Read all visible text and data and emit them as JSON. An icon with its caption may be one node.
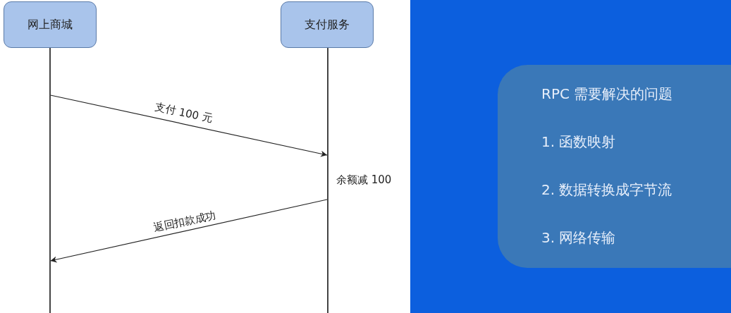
{
  "diagram": {
    "nodes": [
      {
        "text": [
          "网上商城"
        ]
      },
      {
        "text": [
          "支付服务"
        ]
      },
      {
        "text": [],
        "shape": "bar"
      },
      {
        "text": [],
        "shape": "bar",
        "beside": [
          "余额减 100"
        ]
      },
      {
        "text": [
          "RPC 需要解决的问题",
          "1. 函数映射",
          "2. 数据转换成字节流",
          "3. 网络传输"
        ]
      }
    ],
    "edges": [
      {
        "from": 2,
        "to": 3,
        "arrow": "to",
        "label": "支付 100 元"
      },
      {
        "from": 3,
        "to": 2,
        "arrow": "to",
        "label": "返回扣款成功"
      }
    ]
  }
}
